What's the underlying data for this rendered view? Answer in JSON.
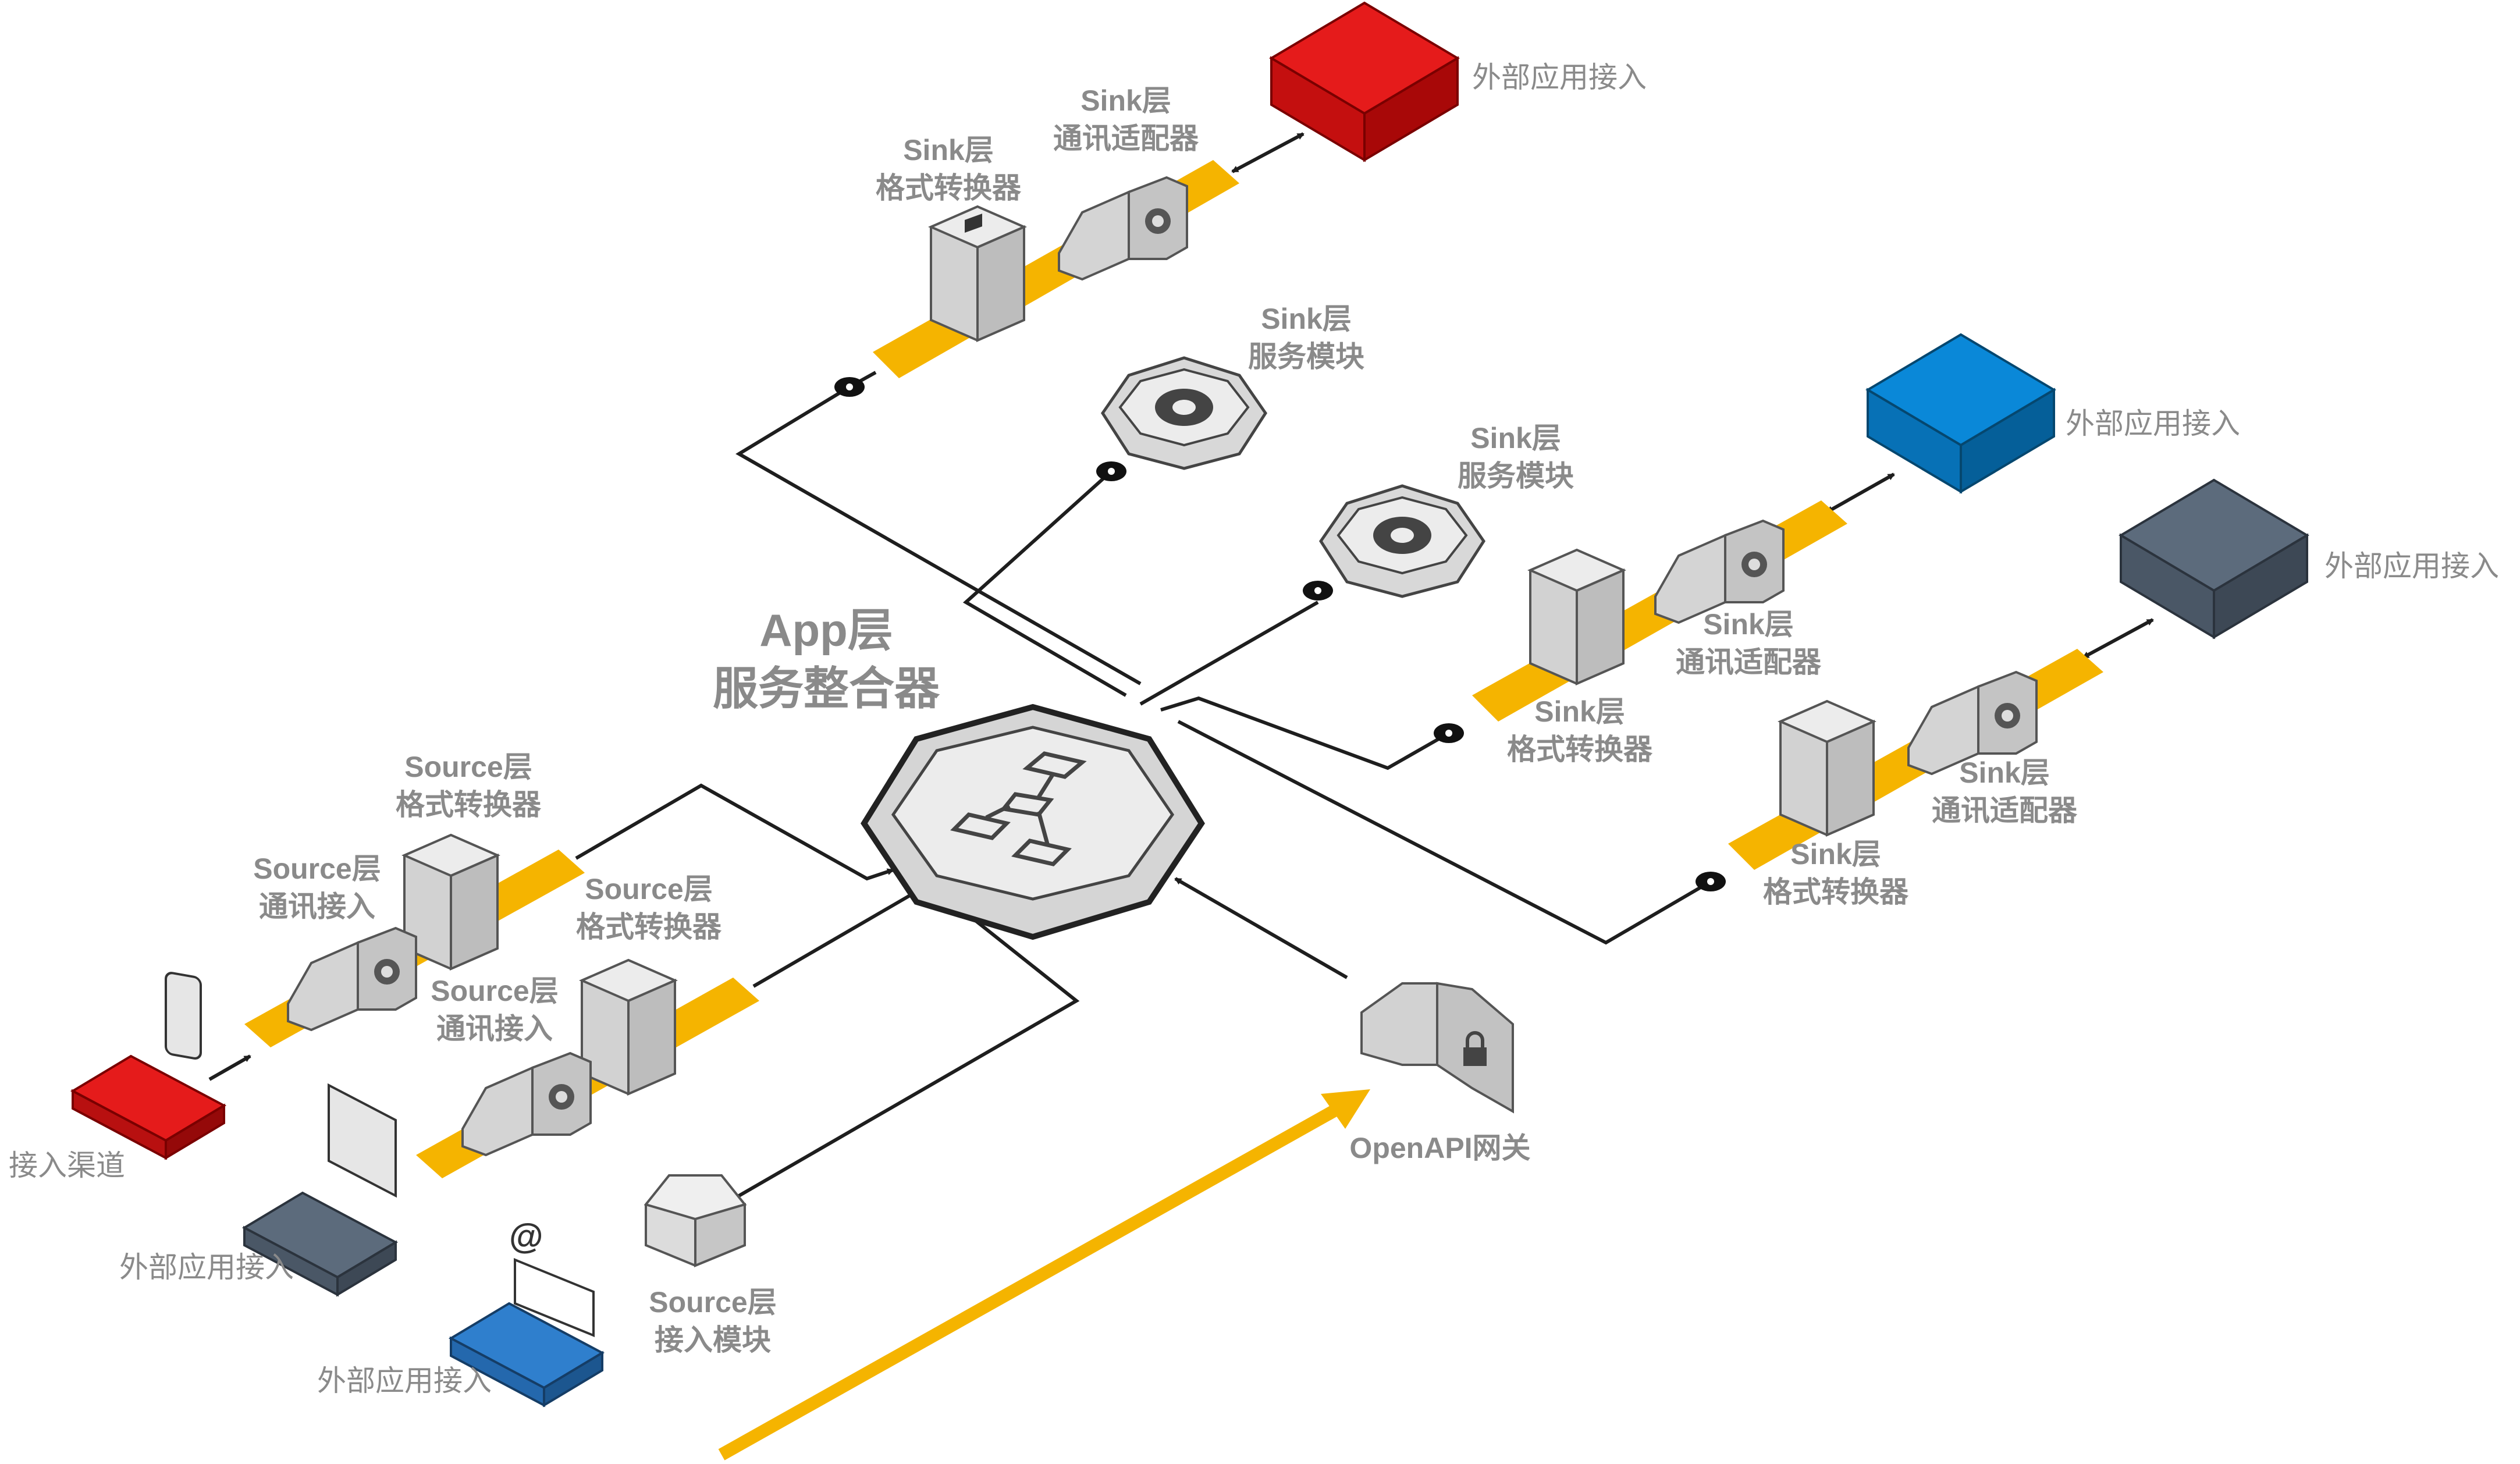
{
  "title": {
    "line1": "App层",
    "line2": "服务整合器"
  },
  "colors": {
    "belt": "#f5b400",
    "connector": "#1e1e1e",
    "box_red": "#e51b1b",
    "box_blue": "#0a88d8",
    "box_slate": "#5c6b7c",
    "pad_blue": "#2f7fcd",
    "module_grey": "#d9d9d9"
  },
  "sink_top": {
    "converter": {
      "line1": "Sink层",
      "line2": "格式转换器"
    },
    "adapter": {
      "line1": "Sink层",
      "line2": "通讯适配器"
    },
    "external": "外部应用接入"
  },
  "service_modules": [
    {
      "line1": "Sink层",
      "line2": "服务模块"
    },
    {
      "line1": "Sink层",
      "line2": "服务模块"
    }
  ],
  "sink_right_1": {
    "adapter": {
      "line1": "Sink层",
      "line2": "通讯适配器"
    },
    "converter": {
      "line1": "Sink层",
      "line2": "格式转换器"
    },
    "external": "外部应用接入"
  },
  "sink_right_2": {
    "adapter": {
      "line1": "Sink层",
      "line2": "通讯适配器"
    },
    "converter": {
      "line1": "Sink层",
      "line2": "格式转换器"
    },
    "external": "外部应用接入"
  },
  "source_1": {
    "converter": {
      "line1": "Source层",
      "line2": "格式转换器"
    },
    "comm": {
      "line1": "Source层",
      "line2": "通讯接入"
    },
    "channel": "接入渠道"
  },
  "source_2": {
    "converter": {
      "line1": "Source层",
      "line2": "格式转换器"
    },
    "comm": {
      "line1": "Source层",
      "line2": "通讯接入"
    },
    "external": "外部应用接入"
  },
  "source_3": {
    "module": {
      "line1": "Source层",
      "line2": "接入模块"
    },
    "external": "外部应用接入"
  },
  "gateway": "OpenAPI网关"
}
